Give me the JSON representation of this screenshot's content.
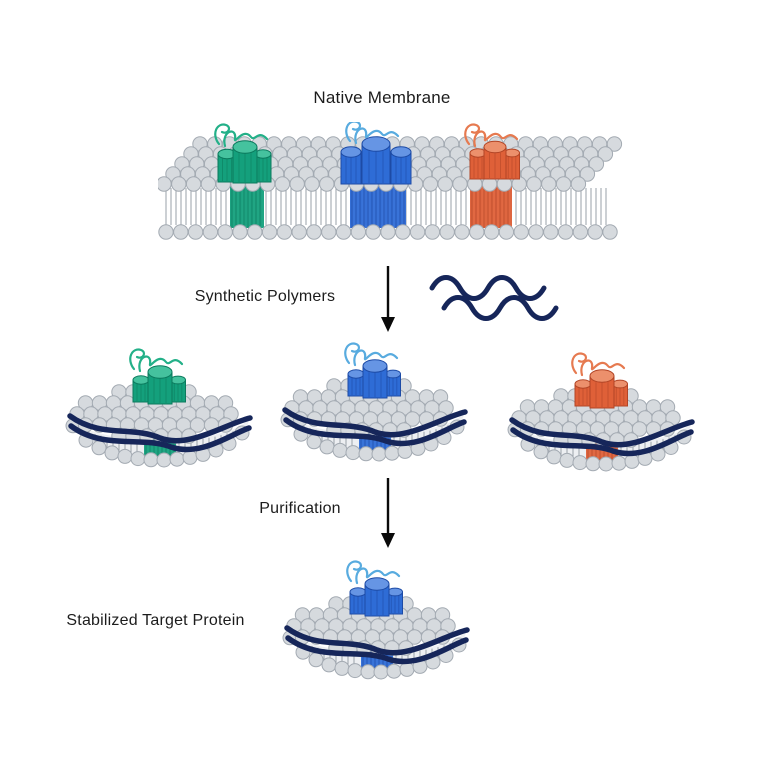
{
  "labels": {
    "native_membrane": "Native Membrane",
    "synthetic_polymers": "Synthetic Polymers",
    "purification": "Purification",
    "stabilized_target_protein": "Stabilized Target Protein"
  },
  "icons": {
    "polymer_squiggles": "two-wavy-lines",
    "arrow_down": "down-arrow"
  },
  "colors": {
    "background": "#ffffff",
    "text": "#1c1c1c",
    "arrow": "#0a0a0a",
    "sphere": "#d6dade",
    "sphere_stroke": "#a3aab2",
    "tail": "#99a0a8",
    "side_fill": "#edeff2",
    "polymer": "#16265a",
    "green": {
      "main": "#14a07c",
      "dark": "#0b7a5d",
      "light": "#45c29e",
      "loop": "#23b088"
    },
    "blue": {
      "main": "#2e6cd6",
      "dark": "#1d4ba6",
      "light": "#6695e4",
      "loop": "#58abdf"
    },
    "orange": {
      "main": "#df6038",
      "dark": "#b24526",
      "light": "#ec906c",
      "loop": "#e67a50"
    }
  }
}
